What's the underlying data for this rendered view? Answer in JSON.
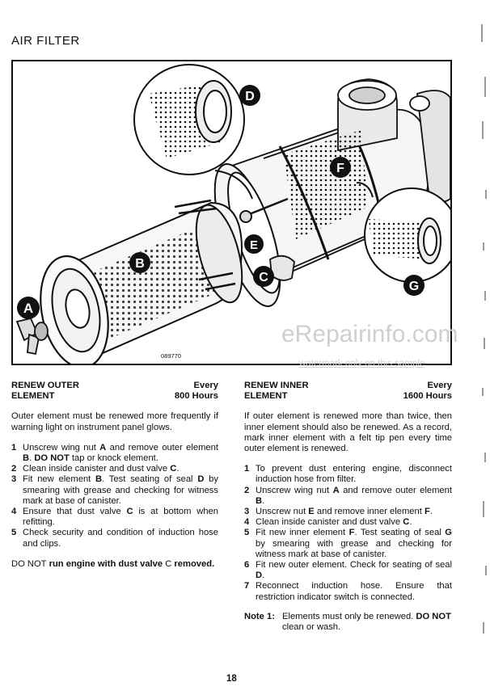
{
  "page": {
    "title": "AIR FILTER",
    "figure_number": "089770",
    "page_number": "18"
  },
  "figure": {
    "labels": [
      "A",
      "B",
      "C",
      "D",
      "E",
      "F",
      "G"
    ]
  },
  "watermark": {
    "brand": "eRepairinfo.com",
    "note": "watermark only on this sample"
  },
  "outer": {
    "heading_l1": "RENEW OUTER",
    "heading_l2": "ELEMENT",
    "interval_l1": "Every",
    "interval_l2": "800 Hours",
    "intro": "Outer element must be renewed more frequently if warning light on instrument panel glows.",
    "steps": [
      {
        "n": "1",
        "parts": [
          "Unscrew wing nut ",
          "A",
          " and remove outer element ",
          "B",
          ". ",
          "DO NOT",
          " tap or knock element."
        ]
      },
      {
        "n": "2",
        "parts": [
          "Clean inside canister and dust valve ",
          "C",
          "."
        ]
      },
      {
        "n": "3",
        "parts": [
          "Fit new element ",
          "B",
          ". Test seating of seal ",
          "D",
          " by smearing with grease and checking for witness mark at base of canister."
        ]
      },
      {
        "n": "4",
        "parts": [
          "Ensure that dust valve ",
          "C",
          " is at bottom when refitting."
        ]
      },
      {
        "n": "5",
        "parts": [
          "Check security and condition of induction hose and clips."
        ]
      }
    ],
    "warning": [
      "DO NOT",
      " run engine with dust valve ",
      "C",
      " removed."
    ]
  },
  "inner": {
    "heading_l1": "RENEW INNER",
    "heading_l2": "ELEMENT",
    "interval_l1": "Every",
    "interval_l2": "1600 Hours",
    "intro": "If outer element is renewed more than twice, then inner element should also be renewed. As a record, mark inner element with a felt tip pen every time outer element is renewed.",
    "steps": [
      {
        "n": "1",
        "parts": [
          "To prevent dust entering engine, disconnect induction hose from filter."
        ]
      },
      {
        "n": "2",
        "parts": [
          "Unscrew wing nut ",
          "A",
          " and remove outer element ",
          "B",
          "."
        ]
      },
      {
        "n": "3",
        "parts": [
          "Unscrew nut ",
          "E",
          " and remove inner element ",
          "F",
          "."
        ]
      },
      {
        "n": "4",
        "parts": [
          "Clean inside canister and dust valve ",
          "C",
          "."
        ]
      },
      {
        "n": "5",
        "parts": [
          "Fit new inner element ",
          "F",
          ". Test seating of seal ",
          "G",
          " by smearing with grease and checking for witness mark at base of canister."
        ]
      },
      {
        "n": "6",
        "parts": [
          "Fit new outer element. Check for seating of seal ",
          "D",
          "."
        ]
      },
      {
        "n": "7",
        "parts": [
          "Reconnect induction hose. Ensure that restriction indicator switch is connected."
        ]
      }
    ],
    "note_label": "Note 1:",
    "note": [
      "Elements must only be renewed. ",
      "DO NOT",
      " clean or wash."
    ]
  }
}
